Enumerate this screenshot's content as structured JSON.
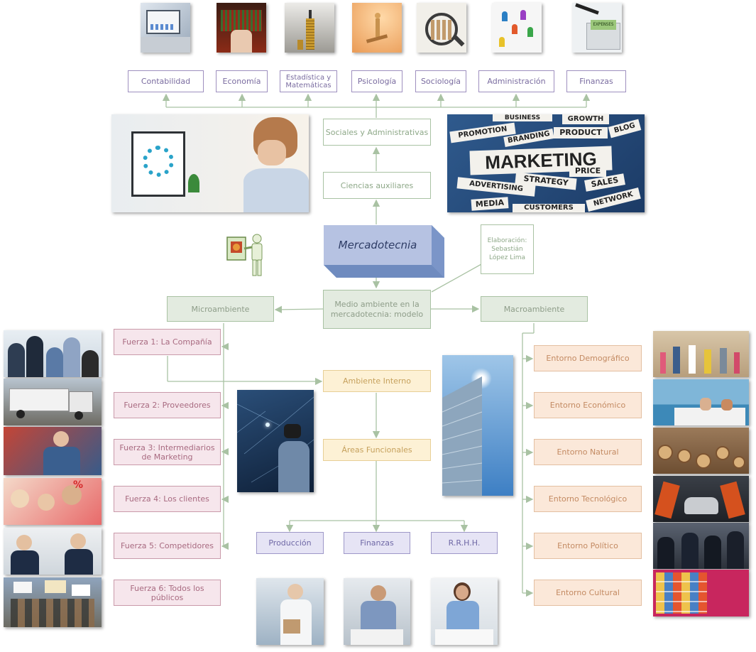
{
  "title": "Mercadotecnia",
  "credit": "Elaboración: Sebastián López Lima",
  "top_disciplines": [
    "Contabilidad",
    "Economía",
    "Estadística y Matemáticas",
    "Psicología",
    "Sociología",
    "Administración",
    "Finanzas"
  ],
  "sociales": "Sociales y Administrativas",
  "ciencias": "Ciencias auxiliares",
  "medio": "Medio ambiente en la mercadotecnia: modelo",
  "micro": "Microambiente",
  "macro": "Macroambiente",
  "fuerzas": [
    "Fuerza 1: La Compañía",
    "Fuerza 2: Proveedores",
    "Fuerza 3: Intermediarios de Marketing",
    "Fuerza 4: Los clientes",
    "Fuerza 5: Competidores",
    "Fuerza 6: Todos los públicos"
  ],
  "ambiente_interno": "Ambiente Interno",
  "areas": "Áreas Funcionales",
  "funcionales": [
    "Producción",
    "Finanzas",
    "R.R.H.H."
  ],
  "entornos": [
    "Entorno Demográfico",
    "Entorno Económico",
    "Entorno Natural",
    "Entorno Tecnológico",
    "Entorno Político",
    "Entorno Cultural"
  ],
  "marketing_words": {
    "main": "MARKETING",
    "others": [
      "BUSINESS",
      "GROWTH",
      "PROMOTION",
      "BRANDING",
      "PRODUCT",
      "BLOG",
      "STRATEGY",
      "PRICE",
      "ADVERTISING",
      "SALES",
      "MEDIA",
      "CUSTOMERS",
      "NETWORK"
    ]
  },
  "expenses_label": "EXPENSES",
  "colors": {
    "purple_border": "#9e8fbf",
    "green_border": "#a9c2a3",
    "pink_fill": "#f6e6ec",
    "orange_fill": "#fbe8d9",
    "yellow_fill": "#fdf1d5",
    "lavender_fill": "#e6e4f5",
    "title_box": "#b6c2e2"
  }
}
